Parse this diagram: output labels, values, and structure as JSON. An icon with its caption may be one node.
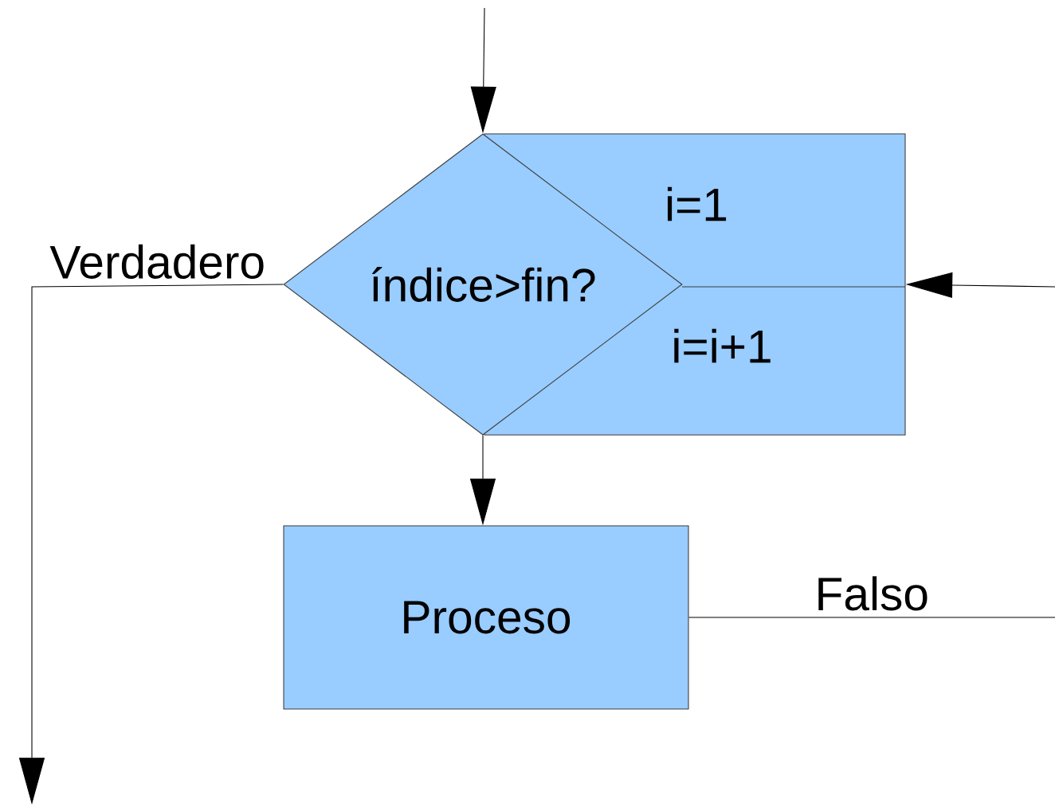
{
  "diagram": {
    "nodes": [
      {
        "text": [
          "índice>fin?"
        ]
      },
      {
        "text": [
          "i=1",
          "i=i+1"
        ]
      },
      {
        "text": [
          "Proceso"
        ]
      }
    ],
    "edges": [
      {
        "from": null,
        "to": 0,
        "arrow": "to"
      },
      {
        "from": null,
        "to": 1,
        "arrow": "to"
      },
      {
        "from": 0,
        "to": 2,
        "arrow": "to"
      },
      {
        "from": 0,
        "to": null,
        "arrow": "to",
        "label": "Verdadero"
      },
      {
        "from": 2,
        "to": null,
        "arrow": "none",
        "label": "Falso"
      }
    ]
  }
}
